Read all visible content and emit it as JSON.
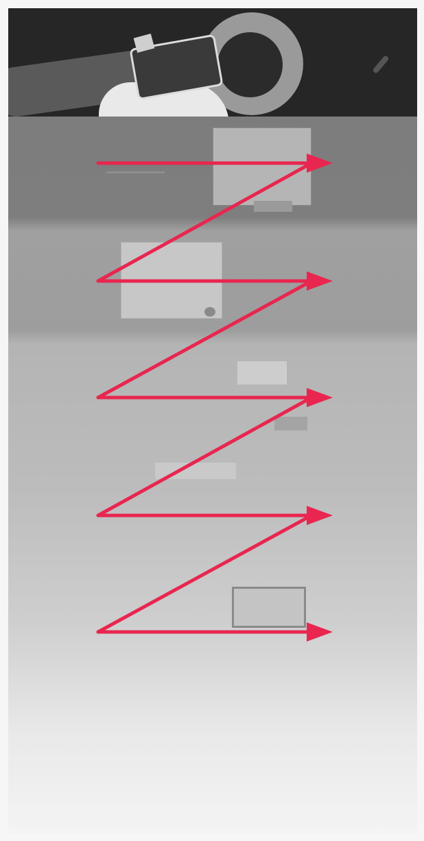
{
  "figure": {
    "arrow_color": "#e8264f",
    "pattern": "zigzag",
    "horizontal_arrows": 5,
    "diagonal_connectors": 4
  },
  "hero": {
    "icon": "tape-dispenser-photo"
  }
}
